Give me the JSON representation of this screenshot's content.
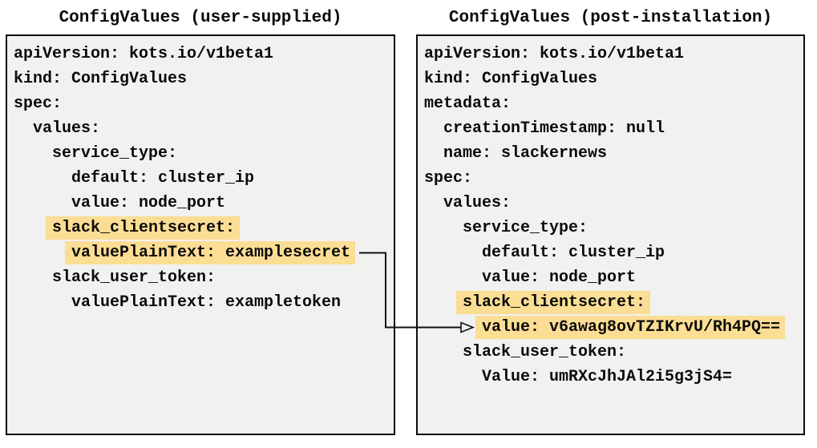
{
  "diagram": {
    "colors": {
      "highlight": "#FBDD94",
      "panel_bg": "#F1F1F0",
      "panel_border": "#0B0B0B",
      "text": "#0B0B0B"
    },
    "panels": [
      {
        "id": "user-supplied",
        "title": "ConfigValues (user-supplied)",
        "lines": [
          {
            "text": "apiVersion: kots.io/v1beta1",
            "indent": 0,
            "highlight": false
          },
          {
            "text": "kind: ConfigValues",
            "indent": 0,
            "highlight": false
          },
          {
            "text": "spec:",
            "indent": 0,
            "highlight": false
          },
          {
            "text": "values:",
            "indent": 1,
            "highlight": false
          },
          {
            "text": "service_type:",
            "indent": 2,
            "highlight": false
          },
          {
            "text": "default: cluster_ip",
            "indent": 3,
            "highlight": false
          },
          {
            "text": "value: node_port",
            "indent": 3,
            "highlight": false
          },
          {
            "text": "slack_clientsecret:",
            "indent": 2,
            "highlight": true
          },
          {
            "text": "valuePlainText: examplesecret",
            "indent": 3,
            "highlight": true
          },
          {
            "text": "slack_user_token:",
            "indent": 2,
            "highlight": false
          },
          {
            "text": "valuePlainText: exampletoken",
            "indent": 3,
            "highlight": false
          }
        ]
      },
      {
        "id": "post-installation",
        "title": "ConfigValues (post-installation)",
        "lines": [
          {
            "text": "apiVersion: kots.io/v1beta1",
            "indent": 0,
            "highlight": false
          },
          {
            "text": "kind: ConfigValues",
            "indent": 0,
            "highlight": false
          },
          {
            "text": "metadata:",
            "indent": 0,
            "highlight": false
          },
          {
            "text": "creationTimestamp: null",
            "indent": 1,
            "highlight": false
          },
          {
            "text": "name: slackernews",
            "indent": 1,
            "highlight": false
          },
          {
            "text": "spec:",
            "indent": 0,
            "highlight": false
          },
          {
            "text": "values:",
            "indent": 1,
            "highlight": false
          },
          {
            "text": "service_type:",
            "indent": 2,
            "highlight": false
          },
          {
            "text": "default: cluster_ip",
            "indent": 3,
            "highlight": false
          },
          {
            "text": "value: node_port",
            "indent": 3,
            "highlight": false
          },
          {
            "text": "slack_clientsecret:",
            "indent": 2,
            "highlight": true
          },
          {
            "text": "value: v6awag8ovTZIKrvU/Rh4PQ==",
            "indent": 3,
            "highlight": true
          },
          {
            "text": "slack_user_token:",
            "indent": 2,
            "highlight": false
          },
          {
            "text": "Value: umRXcJhJAl2i5g3jS4=",
            "indent": 3,
            "highlight": false
          }
        ]
      }
    ],
    "arrow": {
      "from_panel": 0,
      "from_line_index": 8,
      "to_panel": 1,
      "to_line_index": 11
    }
  }
}
